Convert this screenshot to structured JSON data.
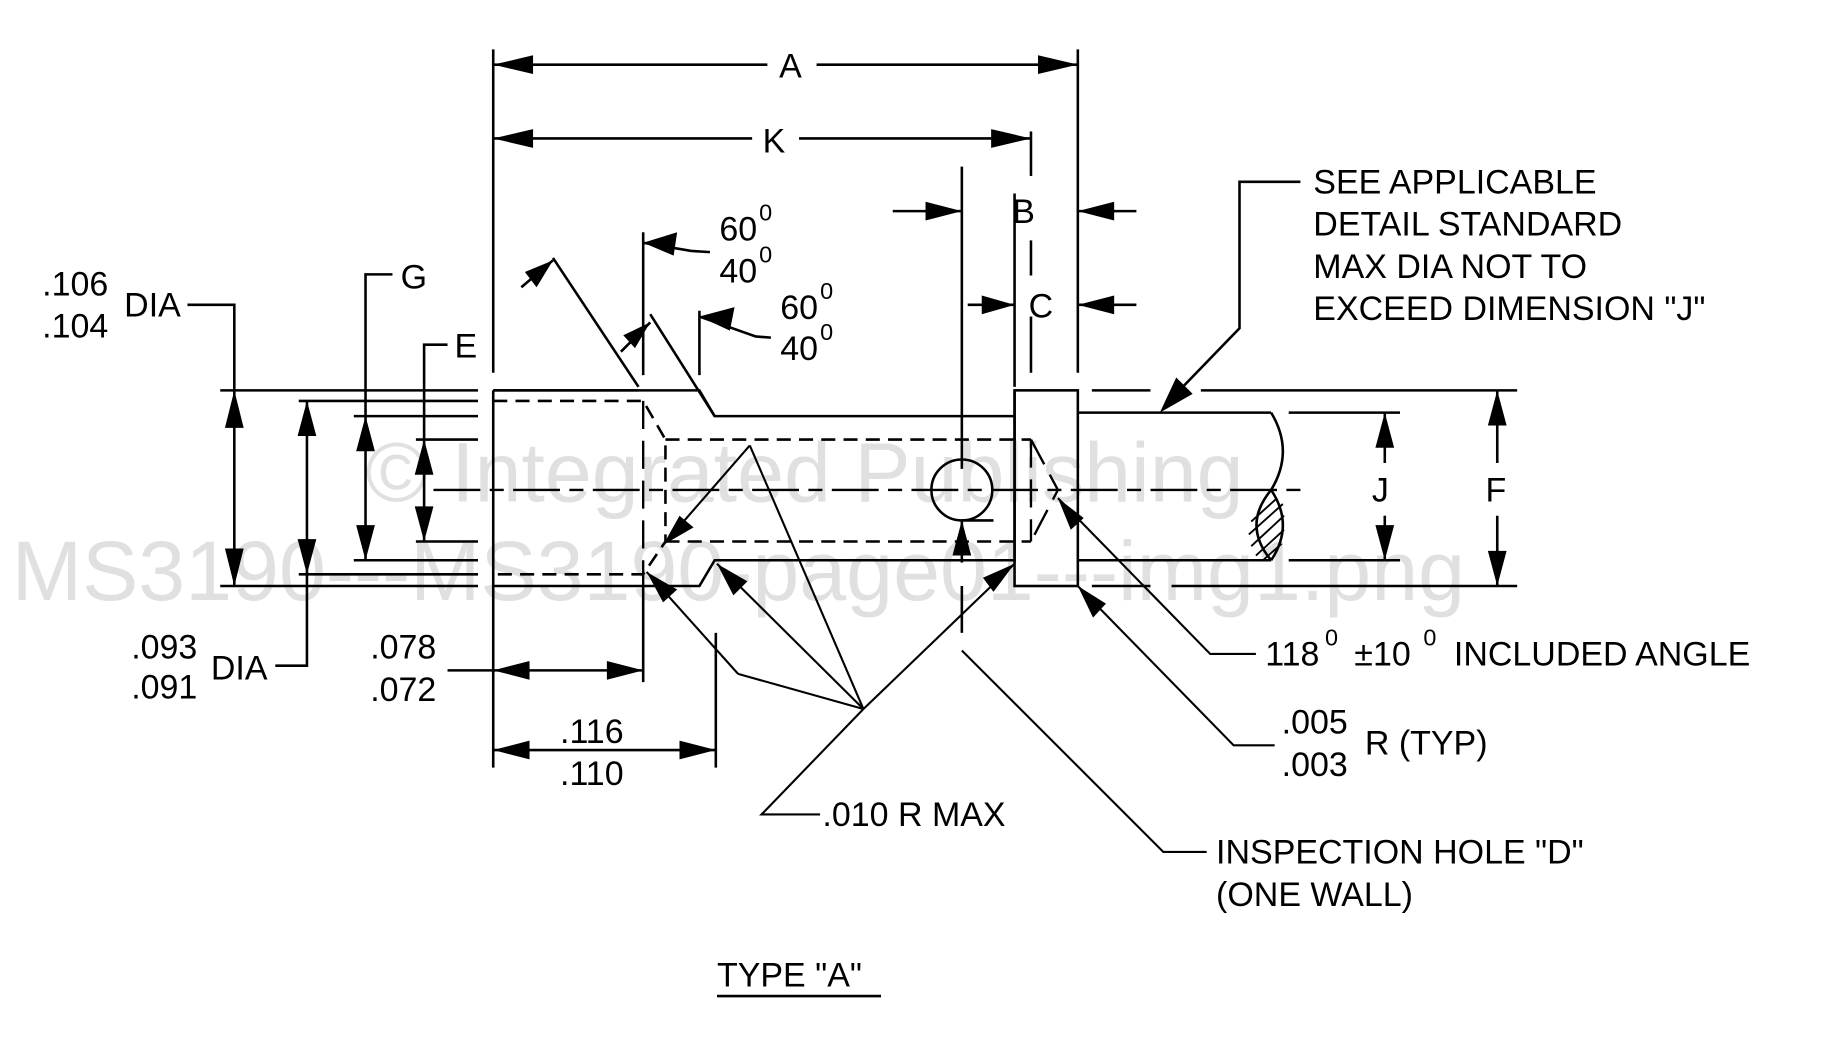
{
  "title": "TYPE \"A\"",
  "watermark": {
    "line1": "© Integrated Publishing",
    "line2": "MS3190---MS3190-page01---img1.png"
  },
  "dimensions": {
    "A": "A",
    "K": "K",
    "B": "B",
    "C": "C",
    "G": "G",
    "E": "E",
    "J": "J",
    "F": "F",
    "dia_outer": {
      "upper": ".106",
      "lower": ".104",
      "suffix": "DIA"
    },
    "dia_inner": {
      "upper": ".093",
      "lower": ".091",
      "suffix": "DIA"
    },
    "len_short": {
      "upper": ".078",
      "lower": ".072"
    },
    "len_long": {
      "upper": ".116",
      "lower": ".110"
    },
    "angle1": {
      "upper": "60",
      "lower": "40",
      "unit": "0"
    },
    "angle2": {
      "upper": "60",
      "lower": "40",
      "unit": "0"
    }
  },
  "notes": {
    "detail_standard": [
      "SEE APPLICABLE",
      "DETAIL STANDARD",
      "MAX DIA NOT TO",
      "EXCEED DIMENSION \"J\""
    ],
    "included_angle": {
      "value": "118",
      "deg": "0",
      "tol": "±10",
      "tol_deg": "0",
      "label": "INCLUDED ANGLE"
    },
    "radius_typ": {
      "upper": ".005",
      "lower": ".003",
      "label": "R (TYP)"
    },
    "radius_max": ".010  R MAX",
    "inspection_hole": [
      "INSPECTION HOLE \"D\"",
      "(ONE WALL)"
    ]
  }
}
